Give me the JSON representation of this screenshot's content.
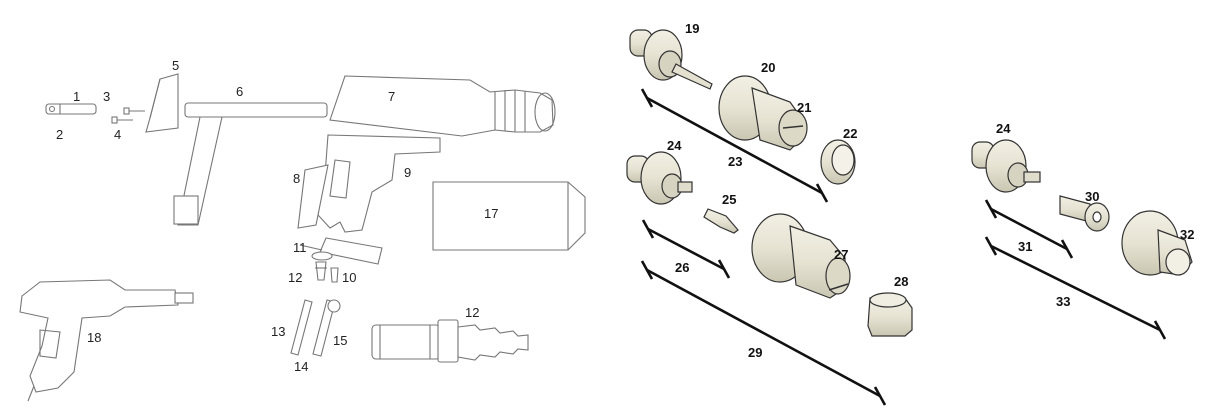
{
  "left_labels": [
    "1",
    "2",
    "3",
    "4",
    "5",
    "6",
    "7",
    "8",
    "9",
    "10",
    "11",
    "12",
    "13",
    "14",
    "15",
    "17",
    "12",
    "18"
  ],
  "right_labels": [
    "19",
    "20",
    "21",
    "22",
    "23",
    "24",
    "25",
    "26",
    "27",
    "28",
    "29",
    "24",
    "30",
    "31",
    "32",
    "33"
  ],
  "colors": {
    "part_fill": "#e6e4d6",
    "part_shadow": "#cdcab8",
    "line": "#777777",
    "bar": "#111111"
  }
}
